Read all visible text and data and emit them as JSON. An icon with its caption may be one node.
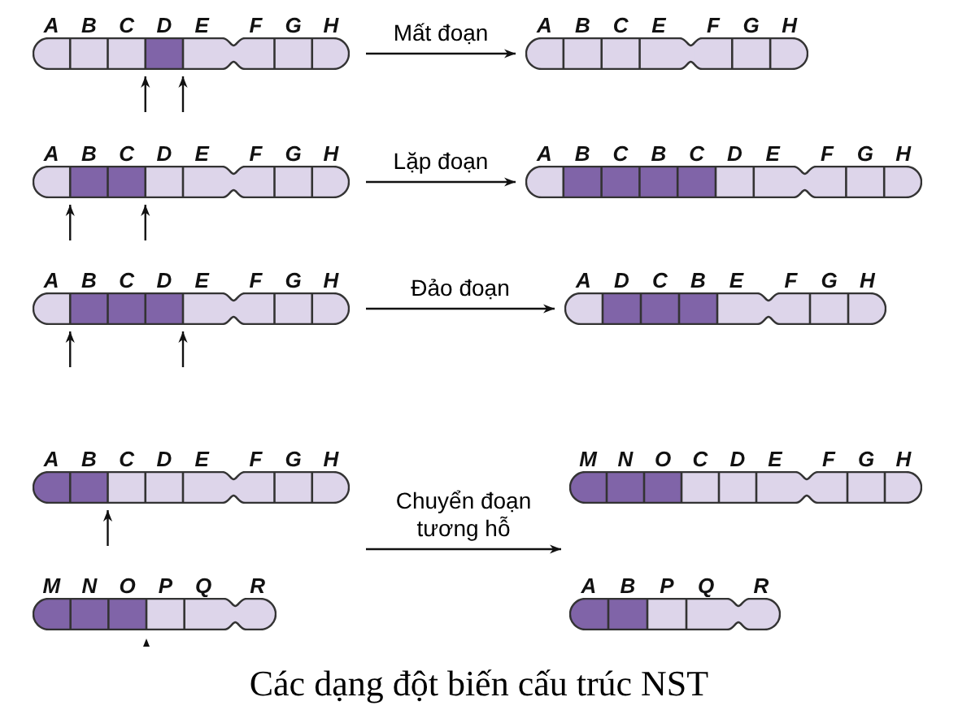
{
  "diagram": {
    "caption": "Các dạng đột biến cấu trúc NST",
    "nodes": [
      {
        "text": [
          "A",
          "B",
          "C",
          "D",
          "E",
          "F",
          "G",
          "H"
        ]
      },
      {
        "text": [
          "A",
          "B",
          "C",
          "E",
          "F",
          "G",
          "H"
        ]
      },
      {
        "text": [
          "A",
          "B",
          "C",
          "D",
          "E",
          "F",
          "G",
          "H"
        ]
      },
      {
        "text": [
          "A",
          "B",
          "C",
          "B",
          "C",
          "D",
          "E",
          "F",
          "G",
          "H"
        ]
      },
      {
        "text": [
          "A",
          "B",
          "C",
          "D",
          "E",
          "F",
          "G",
          "H"
        ]
      },
      {
        "text": [
          "A",
          "D",
          "C",
          "B",
          "E",
          "F",
          "G",
          "H"
        ]
      },
      {
        "text": [
          "A",
          "B",
          "C",
          "D",
          "E",
          "F",
          "G",
          "H"
        ]
      },
      {
        "text": [
          "M",
          "N",
          "O",
          "P",
          "Q",
          "R"
        ]
      },
      {
        "text": [
          "M",
          "N",
          "O",
          "C",
          "D",
          "E",
          "F",
          "G",
          "H"
        ]
      },
      {
        "text": [
          "A",
          "B",
          "P",
          "Q",
          "R"
        ]
      }
    ],
    "edges": [
      {
        "from": 0,
        "to": 1,
        "arrow": "to",
        "label": "Mất đoạn"
      },
      {
        "from": 2,
        "to": 3,
        "arrow": "to",
        "label": "Lặp đoạn"
      },
      {
        "from": 4,
        "to": 5,
        "arrow": "to",
        "label": "Đảo đoạn"
      }
    ],
    "labels": [
      "Chuyển đoạn tương hỗ"
    ]
  }
}
